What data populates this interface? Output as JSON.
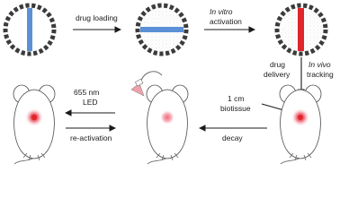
{
  "labels": {
    "drug_loading": "drug loading",
    "in_vitro": "In vitro",
    "activation": "activation",
    "drug": "drug",
    "delivery": "delivery",
    "in_vivo": "In vivo",
    "tracking": "tracking",
    "nm655": "655 nm",
    "led": "LED",
    "re_activation": "re-activation",
    "cm1": "1 cm",
    "biotissue": "biotissue",
    "decay": "decay"
  },
  "colors": {
    "rod_blue": "#5b8fd6",
    "rod_red": "#e0262b",
    "glow_pink": "#f39aa6",
    "rim": "#3b3b3b",
    "cone": "#f2a1ab"
  }
}
